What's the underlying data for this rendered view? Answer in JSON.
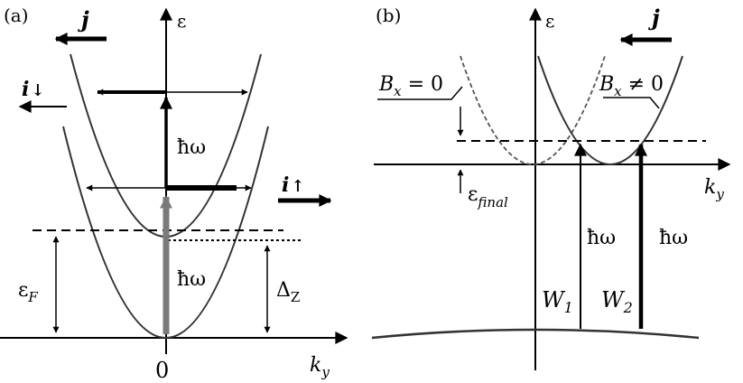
{
  "panel_a": {
    "tag": "(a)",
    "energy_axis": "ε",
    "k_axis": {
      "base": "k",
      "sub": "y"
    },
    "origin": "0",
    "current_j": "j",
    "spin_down": {
      "base": "i",
      "arrow": "↓"
    },
    "spin_up": {
      "base": "i",
      "arrow": "↑"
    },
    "photon_upper": "ħω",
    "photon_lower": "ħω",
    "fermi": {
      "base": "ε",
      "sub": "F"
    },
    "zeeman": {
      "base": "Δ",
      "sub": "Z"
    }
  },
  "panel_b": {
    "tag": "(b)",
    "energy_axis": "ε",
    "k_axis": {
      "base": "k",
      "sub": "y"
    },
    "current_j": "j",
    "field_zero": {
      "base": "B",
      "sub": "x",
      "rel": " = 0"
    },
    "field_nonzero": {
      "base": "B",
      "sub": "x",
      "rel": " ≠ 0"
    },
    "final": {
      "base": "ε",
      "sub": "final"
    },
    "photon_1": "ħω",
    "photon_2": "ħω",
    "rate_1": {
      "base": "W",
      "sub": "1"
    },
    "rate_2": {
      "base": "W",
      "sub": "2"
    }
  },
  "colors": {
    "curve": "#333333",
    "gray_arrow": "#7a7a7a",
    "ink": "#000000"
  }
}
